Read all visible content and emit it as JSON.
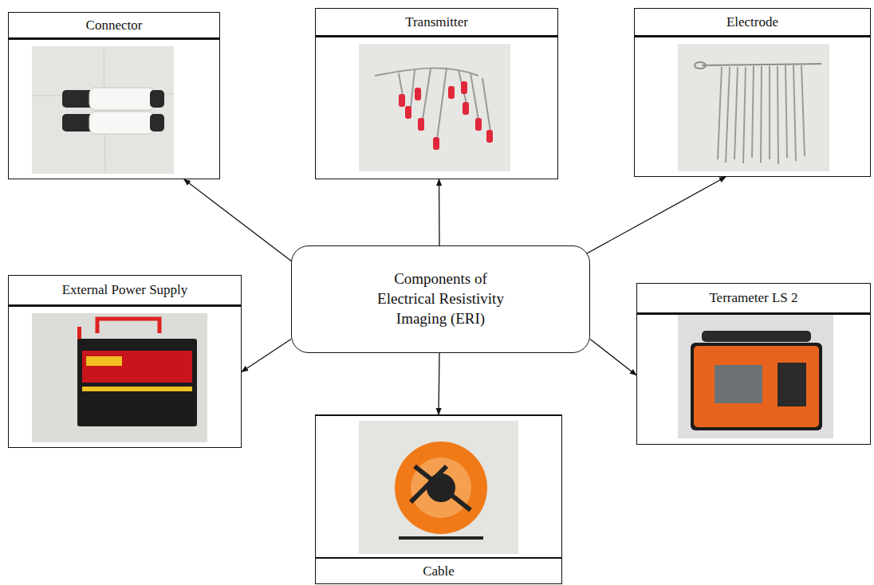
{
  "diagram": {
    "nodes": [
      {
        "text": [
          "Connector"
        ]
      },
      {
        "text": [
          "Transmitter"
        ]
      },
      {
        "text": [
          "Electrode"
        ]
      },
      {
        "text": [
          "External Power Supply"
        ]
      },
      {
        "text": [
          "Components of Electrical Resistivity Imaging (ERI)"
        ]
      },
      {
        "text": [
          "Terrameter LS 2"
        ]
      },
      {
        "text": [
          "Cable"
        ]
      }
    ],
    "edges": [
      {
        "from": 4,
        "to": 0,
        "arrow": "to"
      },
      {
        "from": 4,
        "to": 1,
        "arrow": "to"
      },
      {
        "from": 4,
        "to": 2,
        "arrow": "to"
      },
      {
        "from": 4,
        "to": 3,
        "arrow": "to"
      },
      {
        "from": 4,
        "to": 5,
        "arrow": "to"
      },
      {
        "from": 4,
        "to": 6,
        "arrow": "to"
      }
    ]
  }
}
